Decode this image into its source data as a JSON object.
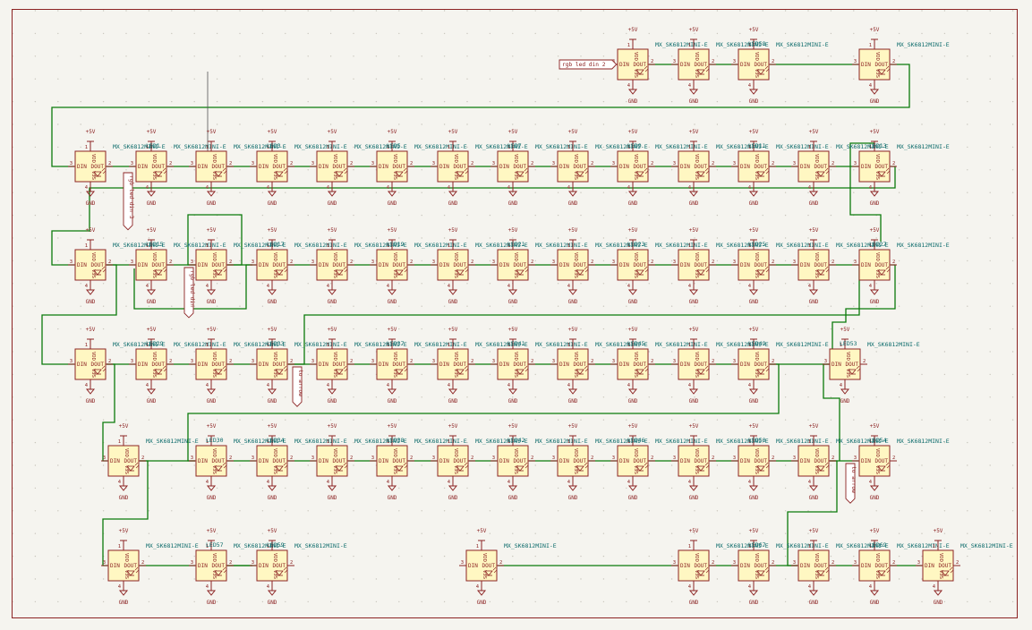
{
  "colors": {
    "background": "#f5f4ef",
    "grid_dot": "#c9c6bd",
    "wire": "#0b7a0b",
    "symbol_outline": "#8c2323",
    "symbol_fill": "#fff7c2",
    "power_text": "#8c2323",
    "ref_text": "#0a6a6a",
    "label_fill": "#ffffff"
  },
  "symbol": {
    "value": "MX_SK6812MINI-E",
    "pin_vdd": "VDD",
    "pin_vss": "VSS",
    "pin_din": "DIN",
    "pin_dout": "DOUT",
    "pin_num_vdd": "1",
    "pin_num_dout": "2",
    "pin_num_din": "3",
    "pin_num_vss": "4",
    "power_label": "+5V",
    "ground_label": "GND"
  },
  "leds": [
    {
      "ref": ""
    },
    {
      "ref": ""
    },
    {
      "ref": "LED58"
    },
    {
      "ref": ""
    },
    {
      "ref": ""
    },
    {
      "ref": "LED1"
    },
    {
      "ref": ""
    },
    {
      "ref": "LED3"
    },
    {
      "ref": ""
    },
    {
      "ref": "LED5"
    },
    {
      "ref": ""
    },
    {
      "ref": "LED7"
    },
    {
      "ref": ""
    },
    {
      "ref": "LED9"
    },
    {
      "ref": ""
    },
    {
      "ref": "LED11"
    },
    {
      "ref": ""
    },
    {
      "ref": "LED13"
    },
    {
      "ref": ""
    },
    {
      "ref": "LED15"
    },
    {
      "ref": ""
    },
    {
      "ref": "LED17"
    },
    {
      "ref": ""
    },
    {
      "ref": "LED19"
    },
    {
      "ref": ""
    },
    {
      "ref": "LED21"
    },
    {
      "ref": ""
    },
    {
      "ref": "LED23"
    },
    {
      "ref": ""
    },
    {
      "ref": "LED25"
    },
    {
      "ref": ""
    },
    {
      "ref": "LED27"
    },
    {
      "ref": ""
    },
    {
      "ref": "LED29"
    },
    {
      "ref": ""
    },
    {
      "ref": "LED33"
    },
    {
      "ref": ""
    },
    {
      "ref": "LED37"
    },
    {
      "ref": ""
    },
    {
      "ref": "LED41"
    },
    {
      "ref": ""
    },
    {
      "ref": "LED45"
    },
    {
      "ref": ""
    },
    {
      "ref": "LED49"
    },
    {
      "ref": "LED53"
    },
    {
      "ref": ""
    },
    {
      "ref": "LED30"
    },
    {
      "ref": "LED34"
    },
    {
      "ref": ""
    },
    {
      "ref": "LED38"
    },
    {
      "ref": ""
    },
    {
      "ref": "LED42"
    },
    {
      "ref": ""
    },
    {
      "ref": "LED46"
    },
    {
      "ref": ""
    },
    {
      "ref": "LED50"
    },
    {
      "ref": ""
    },
    {
      "ref": "LED54"
    },
    {
      "ref": ""
    },
    {
      "ref": "LED57"
    },
    {
      "ref": "LED59"
    },
    {
      "ref": ""
    },
    {
      "ref": ""
    },
    {
      "ref": "LED67"
    },
    {
      "ref": ""
    },
    {
      "ref": "LED69"
    },
    {
      "ref": ""
    }
  ],
  "labels": {
    "rgb_led_din_2": "rgb led din 2",
    "rgb_led_din_3": "rgb led din 3",
    "rgb_led_din": "rgb led din",
    "to_arrow_1": "to arrow",
    "to_arrow_2": "to arrow"
  }
}
